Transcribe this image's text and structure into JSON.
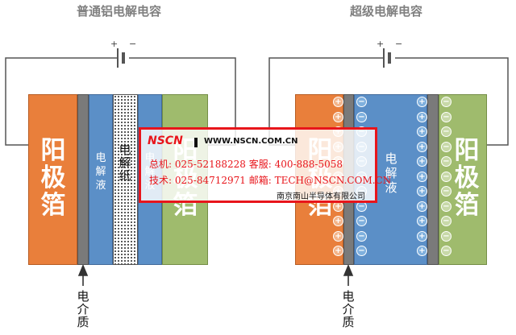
{
  "titles": {
    "left": "普通铝电解电容",
    "right": "超级电解电容"
  },
  "labels": {
    "anode_foil": "阳极箔",
    "electrolyte": "电解液",
    "paper": "电解纸",
    "dielectric": "电介质"
  },
  "ion_symbols": {
    "positive": "+",
    "negative": "−"
  },
  "watermark": {
    "logo": "NSCN",
    "url": "WWW.NSCN.COM.CN",
    "line1": "总机: 025-52188228    客服: 400-888-5058",
    "line2": "技术: 025-84712971    邮箱: TECH@NSCN.COM.CN",
    "company": "南京南山半导体有限公司"
  },
  "colors": {
    "orange_foil": "#e97f3b",
    "green_foil": "#9fbb6d",
    "electrolyte": "#5b8fc7",
    "dielectric": "#7a7a7a",
    "watermark_red": "#e8151b"
  }
}
